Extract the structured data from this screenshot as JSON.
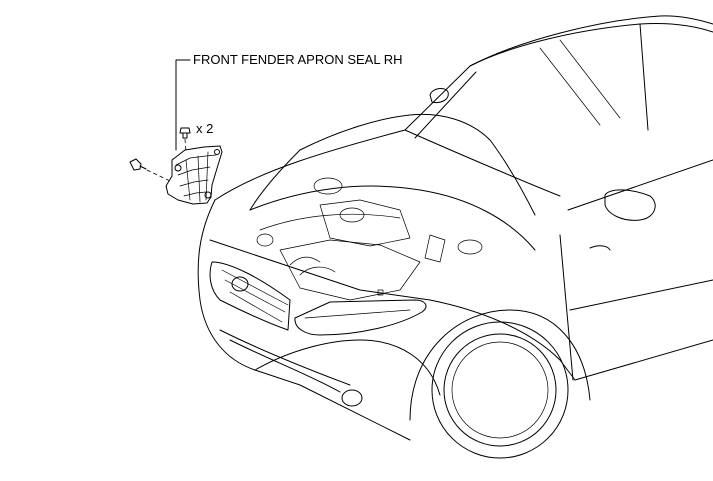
{
  "callout": {
    "part_name": "FRONT FENDER APRON SEAL RH",
    "fastener_qty": "x 2"
  },
  "icons": {
    "part": "apron-seal-icon",
    "fastener_bolt": "bolt-icon",
    "fastener_clip": "clip-icon",
    "vehicle": "car-illustration"
  }
}
